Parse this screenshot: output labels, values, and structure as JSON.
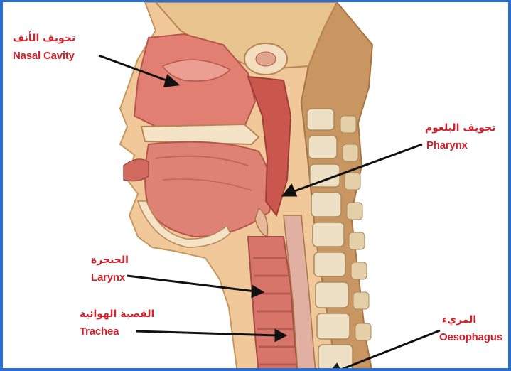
{
  "labels": {
    "nasal_cavity": {
      "ar": "تجويف الأنف",
      "en": "Nasal Cavity"
    },
    "pharynx": {
      "ar": "تجويف البلعوم",
      "en": "Pharynx"
    },
    "larynx": {
      "ar": "الحنجرة",
      "en": "Larynx"
    },
    "trachea": {
      "ar": "القصبة الهوائية",
      "en": "Trachea"
    },
    "oesophagus": {
      "ar": "المريء",
      "en": "Oesophagus"
    }
  },
  "colors": {
    "label_text": "#d4202a",
    "frame_border": "#2a6fd0",
    "background": "#ffffff"
  }
}
